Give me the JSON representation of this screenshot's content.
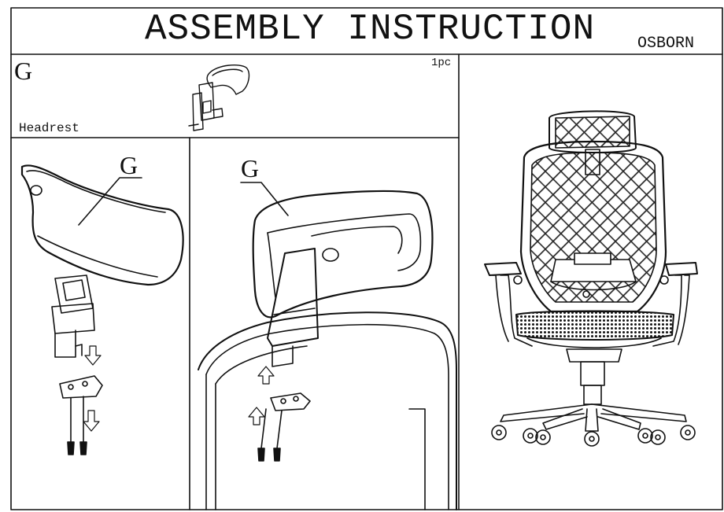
{
  "header": {
    "title": "ASSEMBLY INSTRUCTION",
    "brand": "OSBORN"
  },
  "part": {
    "letter": "G",
    "quantity": "1pc",
    "name": "Headrest"
  },
  "panels": {
    "exploded_view": {
      "callout": "G"
    },
    "closeup_view": {
      "callout": "G"
    },
    "full_chair_view": {}
  }
}
